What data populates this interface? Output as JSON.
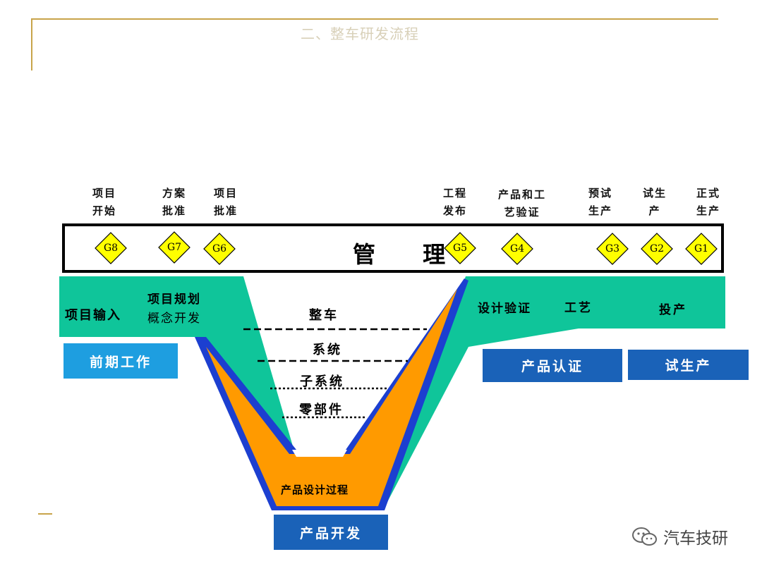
{
  "header": {
    "title": "二、整车研发流程"
  },
  "milestones": [
    {
      "id": "G8",
      "label": "项目\n开始"
    },
    {
      "id": "G7",
      "label": "方案\n批准"
    },
    {
      "id": "G6",
      "label": "项目\n批准"
    },
    {
      "id": "G5",
      "label": "工程\n发布"
    },
    {
      "id": "G4",
      "label": "产品和工\n艺验证"
    },
    {
      "id": "G3",
      "label": "预试\n生产"
    },
    {
      "id": "G2",
      "label": "试生\n产"
    },
    {
      "id": "G1",
      "label": "正式\n生产"
    }
  ],
  "management": {
    "label": "管 理"
  },
  "left_band": {
    "input": "项目输入",
    "planning": "项目规划",
    "concept": "概念开发"
  },
  "levels": [
    "整车",
    "系统",
    "子系统",
    "零部件"
  ],
  "process": {
    "label": "产品设计过程"
  },
  "right_band": {
    "design_verification": "设计验证",
    "craft": "工艺",
    "launch": "投产"
  },
  "phases": {
    "pre_work": "前期工作",
    "product_dev": "产品开发",
    "product_cert": "产品认证",
    "trial_production": "试生产"
  },
  "colors": {
    "teal": "#0fc59a",
    "orange": "#ff9a00",
    "blue_outline": "#1c3fd0",
    "gate_yellow": "#ffff00",
    "box_light_blue": "#1e9ee0",
    "box_blue": "#1a62b8",
    "gold": "#c8a44a"
  },
  "icons": {
    "brand": "wechat-icon"
  },
  "brand": {
    "name": "汽车技研"
  }
}
